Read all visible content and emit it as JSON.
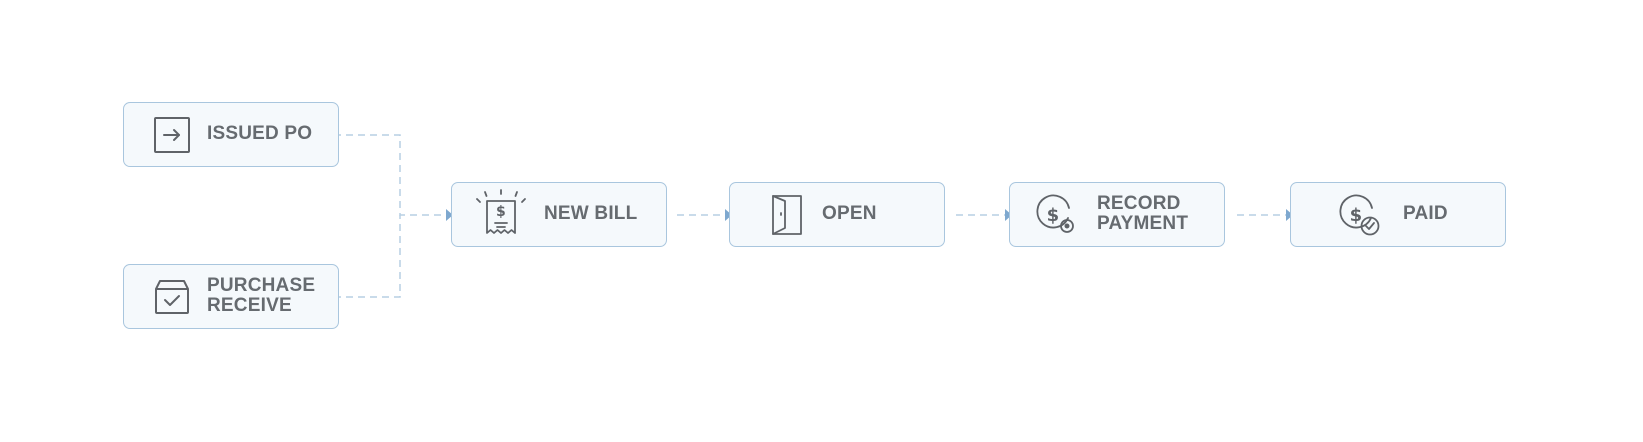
{
  "diagram": {
    "nodes": {
      "issued_po": {
        "lines": [
          "ISSUED PO"
        ],
        "icon": "arrow-in-box-icon"
      },
      "purchase_receive": {
        "lines": [
          "PURCHASE",
          "RECEIVE"
        ],
        "icon": "box-check-icon"
      },
      "new_bill": {
        "lines": [
          "NEW BILL"
        ],
        "icon": "bill-receipt-icon"
      },
      "open": {
        "lines": [
          "OPEN"
        ],
        "icon": "door-icon"
      },
      "record_payment": {
        "lines": [
          "RECORD",
          "PAYMENT"
        ],
        "icon": "dollar-gear-icon"
      },
      "paid": {
        "lines": [
          "PAID"
        ],
        "icon": "dollar-check-icon"
      }
    },
    "edges": [
      {
        "from": "issued_po",
        "to": "new_bill"
      },
      {
        "from": "purchase_receive",
        "to": "new_bill"
      },
      {
        "from": "new_bill",
        "to": "open"
      },
      {
        "from": "open",
        "to": "record_payment"
      },
      {
        "from": "record_payment",
        "to": "paid"
      }
    ],
    "colors": {
      "node_fill": "#f5f9fc",
      "node_border": "#a9c6de",
      "connector": "#b7cfe3",
      "arrow": "#7ea8cf",
      "text": "#666b70",
      "icon": "#5f6368"
    }
  }
}
